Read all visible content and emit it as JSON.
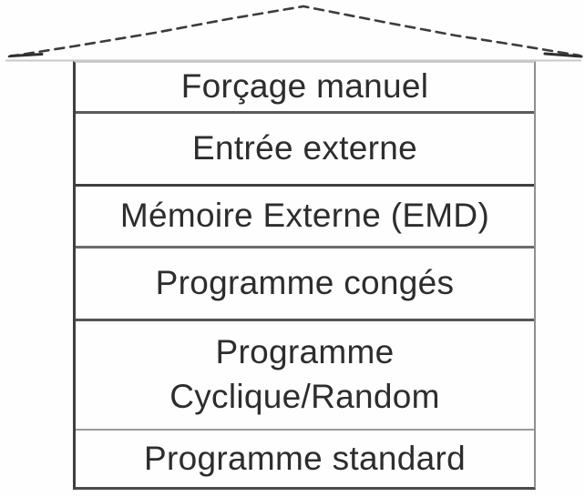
{
  "diagram": {
    "type": "priority-stack",
    "levels": [
      {
        "label": "Forçage manuel"
      },
      {
        "label": "Entrée externe"
      },
      {
        "label": "Mémoire Externe (EMD)"
      },
      {
        "label": "Programme congés"
      },
      {
        "label": "Programme\nCyclique/Random"
      },
      {
        "label": "Programme standard"
      }
    ],
    "colors": {
      "ink": "#2d2d2d",
      "line_dark": "#3f3f3f",
      "line_medium": "#6b6b6b",
      "line_light": "#c8c8c8",
      "background": "#fefefe"
    }
  }
}
